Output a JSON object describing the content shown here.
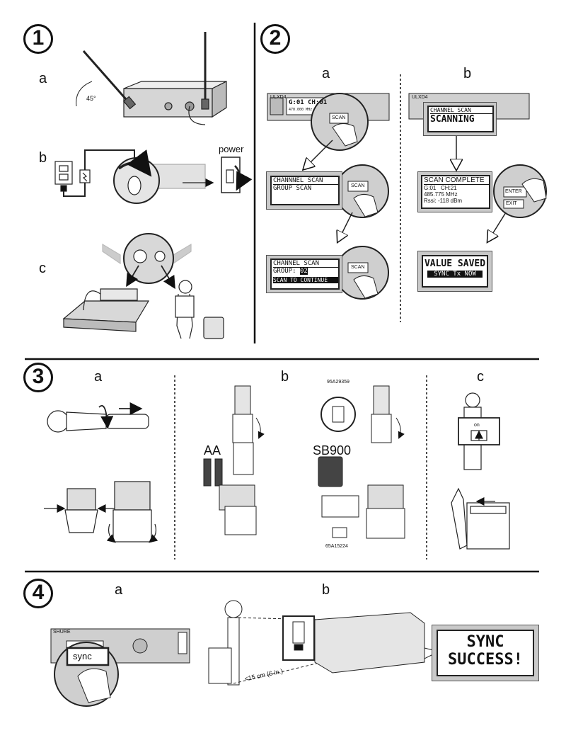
{
  "steps": {
    "s1": {
      "number": "1",
      "a": "a",
      "b": "b",
      "c": "c",
      "angle": "45°",
      "power_label": "power"
    },
    "s2": {
      "number": "2",
      "a": "a",
      "b": "b"
    },
    "s3": {
      "number": "3",
      "a": "a",
      "b": "b",
      "c": "c",
      "aa": "AA",
      "sb900": "SB900",
      "part1": "95A29359",
      "part2": "65A15224",
      "on": "on"
    },
    "s4": {
      "number": "4",
      "a": "a",
      "b": "b",
      "sync_btn": "sync",
      "distance": "<15 cm (6 in.)"
    }
  },
  "receiver": {
    "brand": "SHURE",
    "model": "ULXD4",
    "display_main": "G:01 CH:01",
    "display_sub1": "470.000 MHz",
    "display_sub2": "GROUP SCAN",
    "scan_button": "SCAN",
    "enter_button": "ENTER",
    "exit_button": "EXIT"
  },
  "screens": {
    "scan_menu": {
      "line1": "CHANNNEL SCAN",
      "line2": "GROUP SCAN"
    },
    "group_select": {
      "line1": "CHANNEL SCAN",
      "line2_label": "GROUP:",
      "line2_value": "02",
      "line3": "SCAN TO CONTINUE"
    },
    "scanning": {
      "line1": "CHANNEL SCAN",
      "line2": "SCANNING"
    },
    "scan_complete": {
      "line1": "SCAN COMPLETE",
      "g": "G:01",
      "ch": "CH:21",
      "freq": "485.775  MHz",
      "rssi": "Rssi: -118 dBm"
    },
    "value_saved": {
      "line1": "VALUE SAVED",
      "line2": "SYNC Tx NOW"
    },
    "sync_success": {
      "line1": "SYNC",
      "line2": "SUCCESS!"
    }
  }
}
